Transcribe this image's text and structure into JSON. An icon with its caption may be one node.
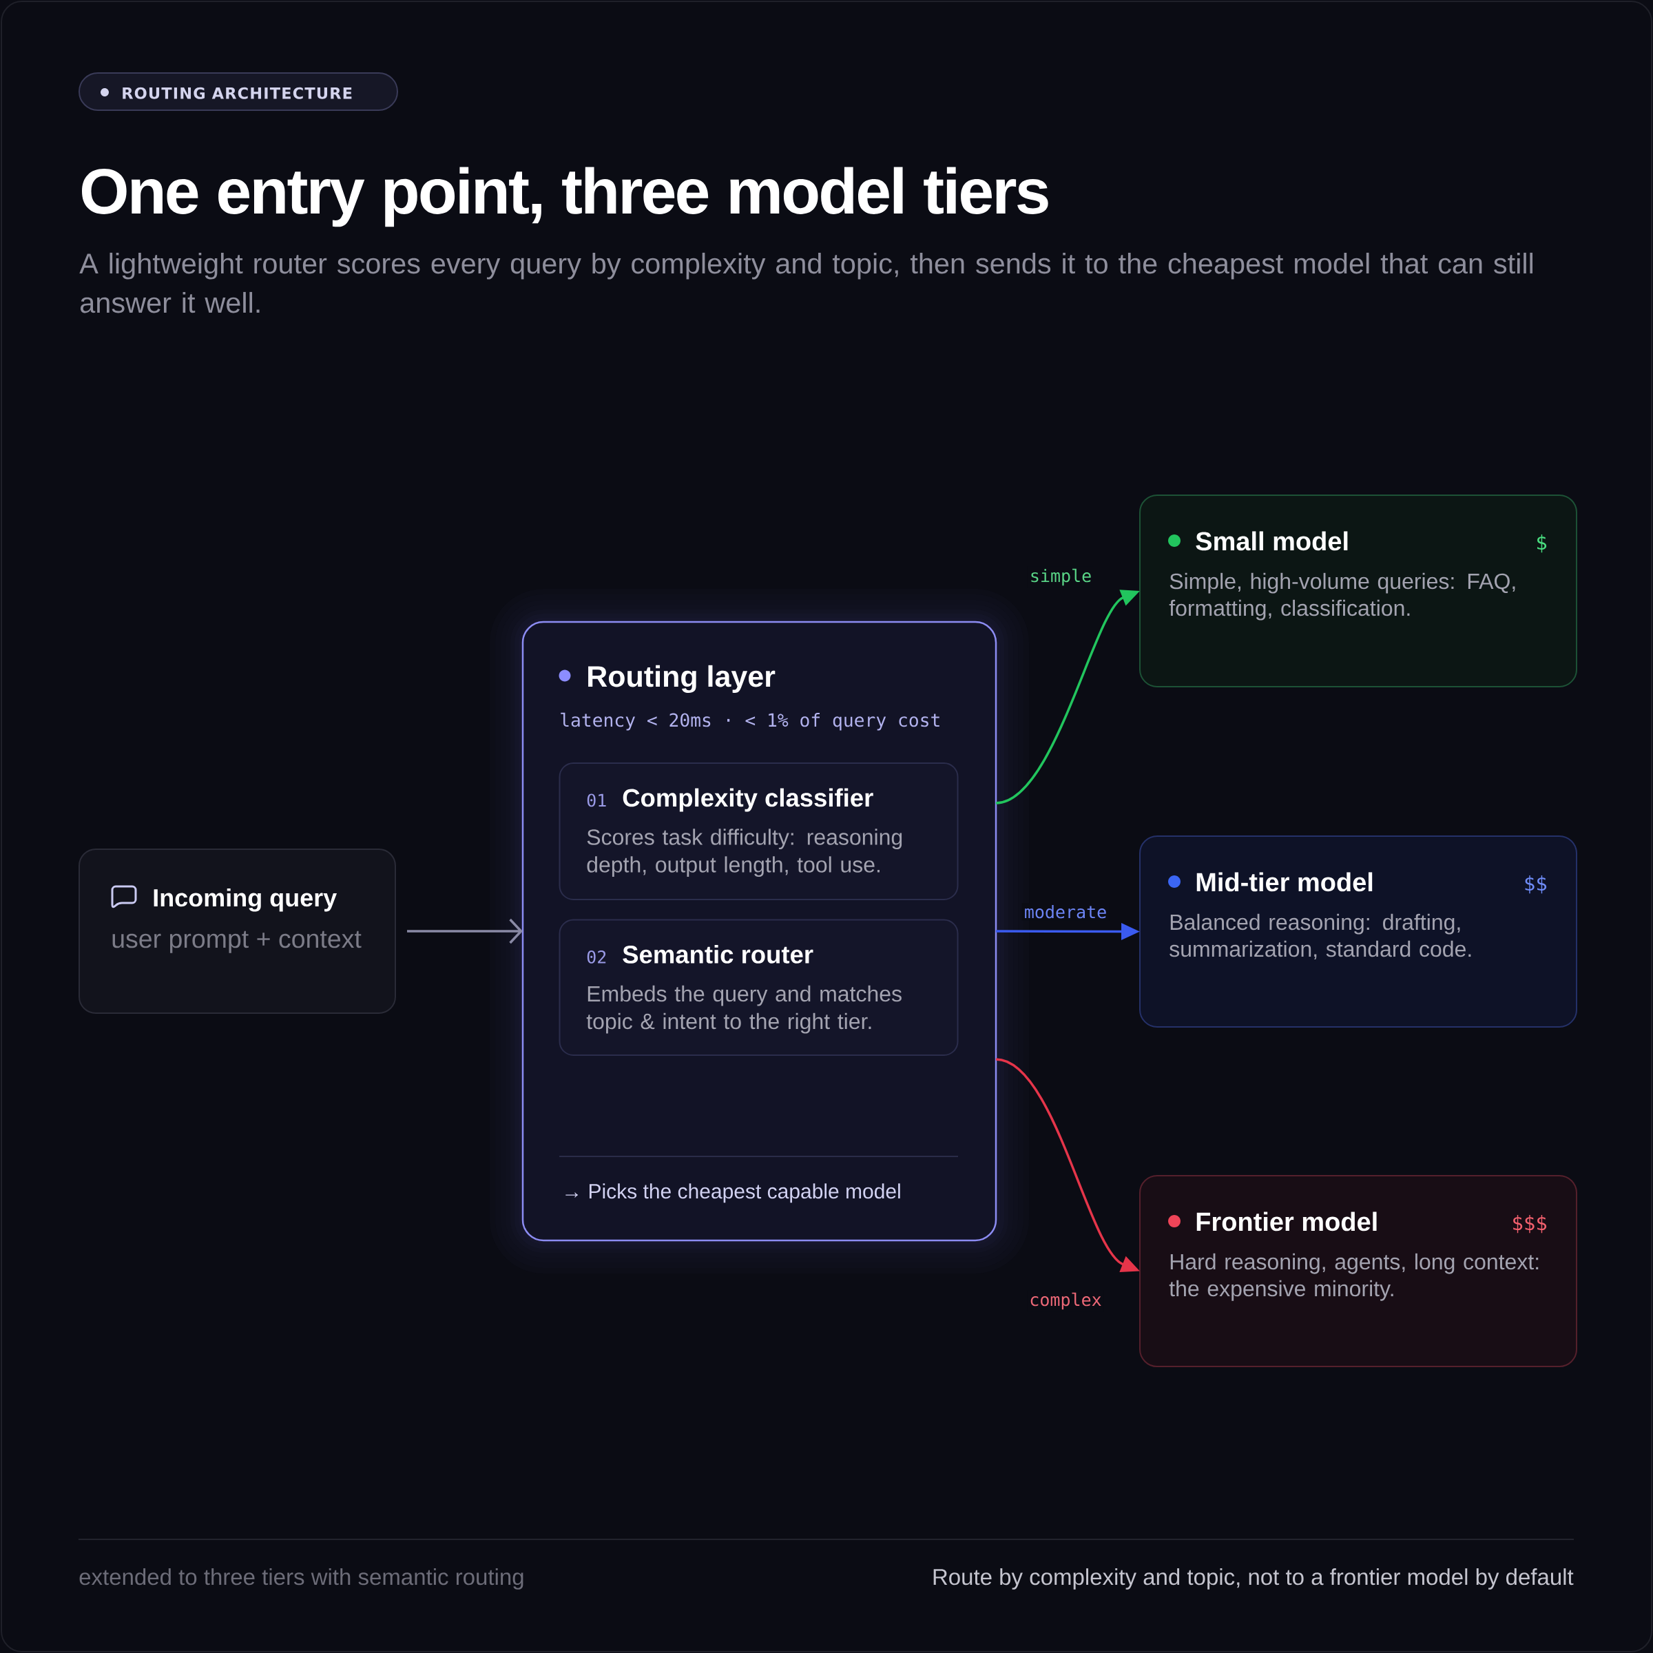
{
  "diagram": {
    "title": "One entry point, three model tiers",
    "nodes": [
      {
        "text": [
          "ROUTING ARCHITECTURE"
        ]
      },
      {
        "text": [
          "Incoming query",
          "user prompt + context"
        ]
      },
      {
        "text": [
          "Routing layer",
          "latency < 20ms · < 1% of query cost",
          "→ Picks the cheapest capable model"
        ]
      },
      {
        "text": [
          "01",
          "Complexity classifier",
          "Scores task difficulty: reasoning depth, output length, tool use."
        ],
        "in": 2
      },
      {
        "text": [
          "02",
          "Semantic router",
          "Embeds the query and matches topic & intent to the right tier."
        ],
        "in": 2
      },
      {
        "text": [
          "Small model",
          "$",
          "Simple, high-volume queries: FAQ, formatting, classification."
        ]
      },
      {
        "text": [
          "Mid-tier model",
          "$$",
          "Balanced reasoning: drafting, summarization, standard code."
        ]
      },
      {
        "text": [
          "Frontier model",
          "$$$",
          "Hard reasoning, agents, long context: the expensive minority."
        ]
      }
    ],
    "edges": [
      {
        "from": 1,
        "to": 2,
        "arrow": "to"
      },
      {
        "from": 2,
        "to": 5,
        "arrow": "to",
        "label": "simple",
        "color": "#22c55e"
      },
      {
        "from": 2,
        "to": 6,
        "arrow": "to",
        "label": "moderate",
        "color": "#3b5bf0"
      },
      {
        "from": 2,
        "to": 7,
        "arrow": "to",
        "label": "complex",
        "color": "#e5354a"
      }
    ],
    "labels": [
      "A lightweight router scores every query by complexity and topic, then sends it to the cheapest model that can still answer it well.",
      "extended to three tiers with semantic routing",
      "Route by complexity and topic, not to a frontier model by default"
    ]
  }
}
